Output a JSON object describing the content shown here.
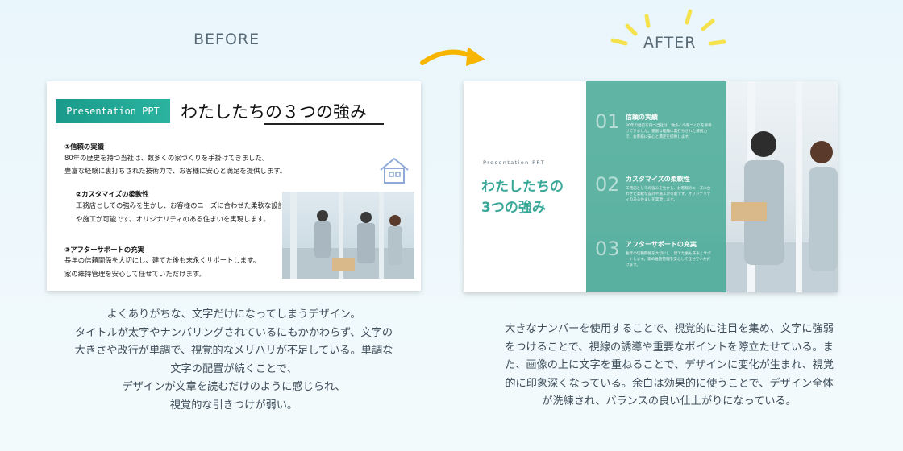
{
  "labels": {
    "before": "BEFORE",
    "after": "AFTER"
  },
  "colors": {
    "teal": "#2bb3a0",
    "arrow": "#f7b500",
    "sparkle": "#f5e14b"
  },
  "before": {
    "badge": "Presentation PPT",
    "title": "わたしたちの３つの強み",
    "items": [
      {
        "heading": "①信頼の実績",
        "lines": [
          "80年の歴史を持つ当社は、数多くの家づくりを手掛けてきました。",
          "豊富な経験に裏打ちされた技術力で、お客様に安心と満足を提供します。"
        ]
      },
      {
        "heading": "②カスタマイズの柔軟性",
        "lines": [
          "工務店としての強みを生かし、お客様のニーズに合わせた柔軟な設計",
          "や施工が可能です。オリジナリティのある住まいを実現します。"
        ]
      },
      {
        "heading": "③アフターサポートの充実",
        "lines": [
          "長年の信頼関係を大切にし、建てた後も末永くサポートします。",
          "家の維持管理を安心して任せていただけます。"
        ]
      }
    ],
    "icon": "house-icon"
  },
  "after": {
    "tag": "Presentation PPT",
    "title_line1": "わたしたちの",
    "title_line2": "3つの強み",
    "items": [
      {
        "number": "01",
        "heading": "信頼の実績",
        "text": "80年の歴史を持つ当社は、数多くの家づくりを手掛けてきました。豊富な経験に裏打ちされた技術力で、お客様に安心と満足を提供します。"
      },
      {
        "number": "02",
        "heading": "カスタマイズの柔軟性",
        "text": "工務店としての強みを生かし、お客様のニーズに合わせた柔軟な設計や施工が可能です。オリジナリティのある住まいを実現します。"
      },
      {
        "number": "03",
        "heading": "アフターサポートの充実",
        "text": "長年の信頼関係を大切にし、建てた後も末永くサポートします。家の維持管理を安心して任せていただけます。"
      }
    ]
  },
  "captions": {
    "before": [
      "よくありがちな、文字だけになってしまうデザイン。",
      "タイトルが太字やナンバリングされているにもかかわらず、文字の",
      "大きさや改行が単調で、視覚的なメリハリが不足している。単調な",
      "文字の配置が続くことで、",
      "デザインが文章を読むだけのように感じられ、",
      "視覚的な引きつけが弱い。"
    ],
    "after": [
      "大きなナンバーを使用することで、視覚的に注目を集め、文字に強弱",
      "をつけることで、視線の誘導や重要なポイントを際立たせている。ま",
      "た、画像の上に文字を重ねることで、デザインに変化が生まれ、視覚",
      "的に印象深くなっている。余白は効果的に使うことで、デザイン全体",
      "が洗練され、バランスの良い仕上がりになっている。"
    ]
  }
}
